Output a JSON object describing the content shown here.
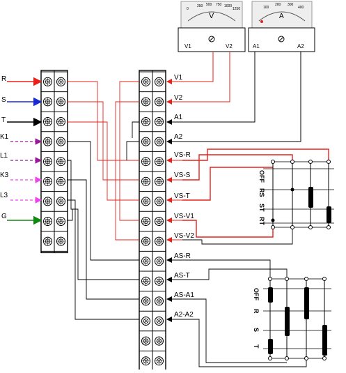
{
  "voltmeter": {
    "unit": "V",
    "scale": [
      "0",
      "250",
      "500",
      "750",
      "1000",
      "1250"
    ],
    "terminals": [
      "V1",
      "V2"
    ]
  },
  "ammeter": {
    "unit": "A",
    "scale": [
      "100",
      "200",
      "300",
      "400"
    ],
    "terminals": [
      "A1",
      "A2"
    ]
  },
  "inputs": [
    "R",
    "S",
    "T",
    "K1",
    "L1",
    "K3",
    "L3",
    "G"
  ],
  "right_terminals": [
    "V1",
    "V2",
    "A1",
    "A2",
    "VS-R",
    "VS-S",
    "VS-T",
    "VS-V1",
    "VS-V2",
    "AS-R",
    "AS-T",
    "AS-A1",
    "A2-A2"
  ],
  "vs_switch": [
    "OFF",
    "RS",
    "ST",
    "RT"
  ],
  "as_switch": [
    "OFF",
    "R",
    "S",
    "T"
  ],
  "colors": {
    "red": "#e8201a",
    "blue": "#1a2ad0",
    "purple": "#9a1a9a",
    "magenta": "#ee44ee",
    "green": "#118811",
    "black": "#000000"
  }
}
